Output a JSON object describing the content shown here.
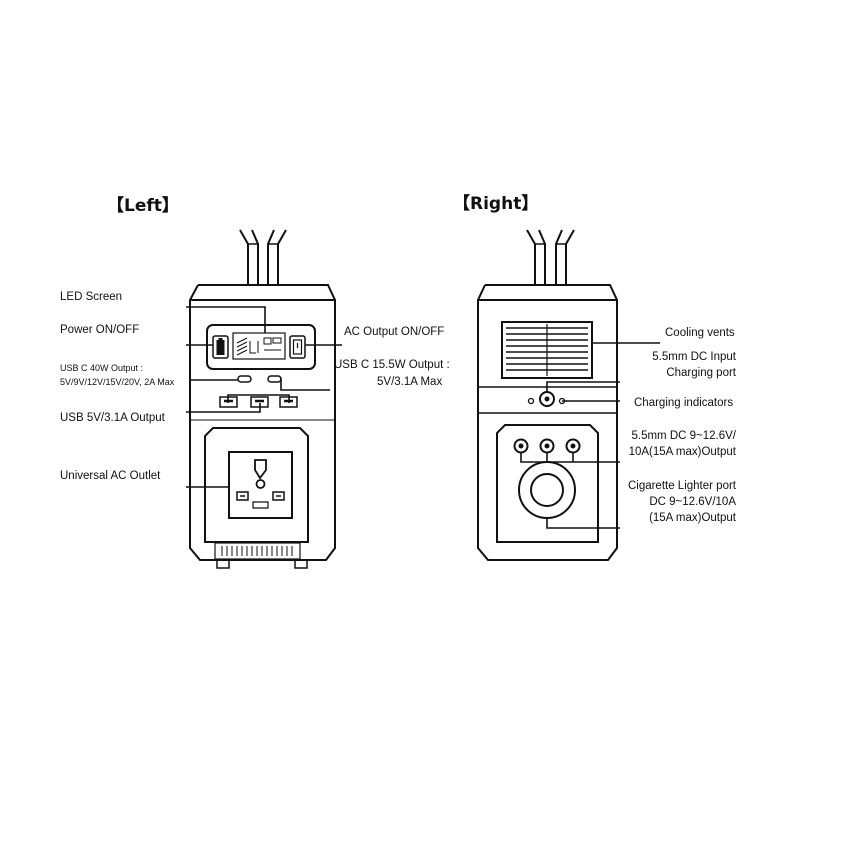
{
  "headings": {
    "left": "【Left】",
    "right": "【Right】"
  },
  "left_labels": {
    "led_screen": "LED Screen",
    "power": "Power ON/OFF",
    "usbc40_line1": "USB C 40W Output :",
    "usbc40_line2": "5V/9V/12V/15V/20V, 2A Max",
    "usb5v": "USB 5V/3.1A Output",
    "ac_outlet": "Universal AC Outlet",
    "ac_onoff": "AC Output ON/OFF",
    "usbc15_line1": "USB C 15.5W Output :",
    "usbc15_line2": "5V/3.1A Max"
  },
  "right_labels": {
    "cooling": "Cooling vents",
    "dc_input_line1": "5.5mm DC Input",
    "dc_input_line2": "Charging port",
    "indicators": "Charging indicators",
    "dc_out_line1": "5.5mm DC 9~12.6V/",
    "dc_out_line2": "10A(15A max)Output",
    "cig_line1": "Cigarette Lighter port",
    "cig_line2": "DC 9~12.6V/10A",
    "cig_line3": "(15A max)Output"
  },
  "icons": [
    "battery-icon",
    "power-button-icon",
    "ac-outlet-icon",
    "dc-port-icon",
    "cigarette-socket-icon",
    "vent-grille-icon"
  ]
}
